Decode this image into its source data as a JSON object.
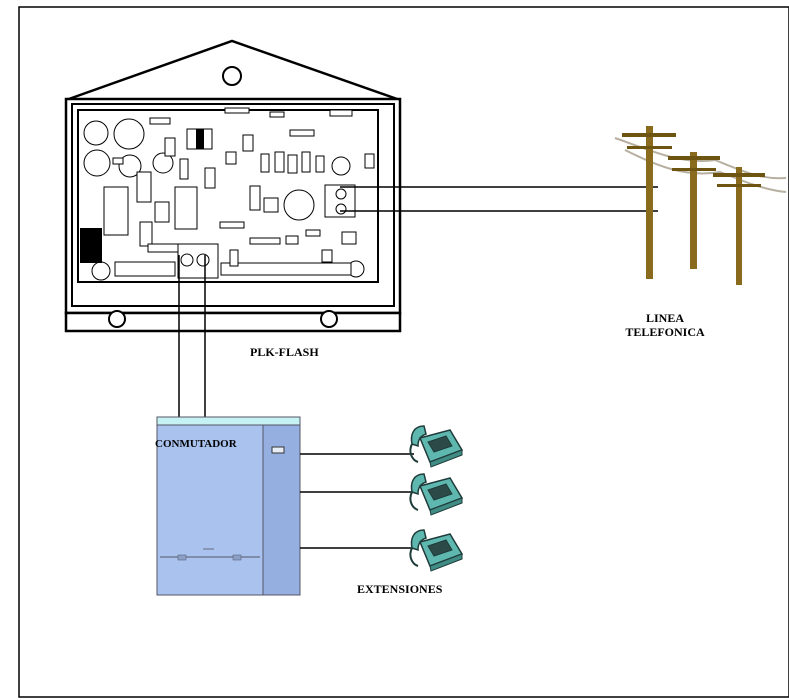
{
  "labels": {
    "device": "PLK-FLASH",
    "line_line1": "LINEA",
    "line_line2": "TELEFONICA",
    "switch": "CONMUTADOR",
    "extensions": "EXTENSIONES"
  },
  "icons": {
    "device": "circuit-board-enclosure-icon",
    "poles": "telephone-pole-icon",
    "switch": "pbx-cabinet-icon",
    "phone": "telephone-icon"
  },
  "colors": {
    "cabinet_front": "#a9c2ee",
    "cabinet_side": "#95b0e0",
    "cabinet_top": "#c6f2f4",
    "pole": "#8a6a1c",
    "phone_body": "#5fb8b0",
    "phone_dark": "#1f3b3a"
  }
}
